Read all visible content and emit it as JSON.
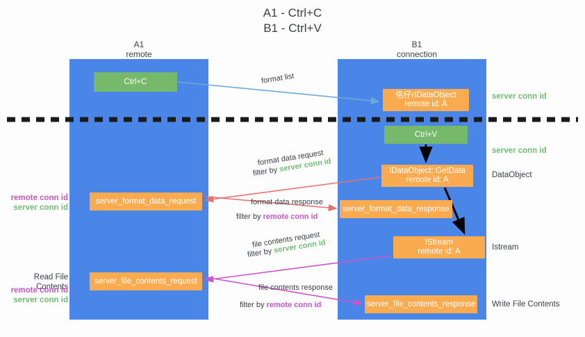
{
  "title": "A1 - Ctrl+C\nB1 - Ctrl+V",
  "colors": {
    "lane": "#4a86e8",
    "green_box": "#76b96a",
    "orange_box": "#fbab4f",
    "server_conn_id": "#6fbf73",
    "remote_conn_id": "#c956c9",
    "arrow_blue": "#6fa8dc",
    "arrow_red": "#e8716d",
    "arrow_magenta": "#c956c9",
    "arrow_black": "#000000",
    "text": "#3c4043"
  },
  "lanes": [
    {
      "name": "A1",
      "sub": "remote",
      "label": "A1\nremote"
    },
    {
      "name": "B1",
      "sub": "connection",
      "label": "B1\nconnection"
    }
  ],
  "nodes": {
    "ctrl_c": {
      "label": "Ctrl+C",
      "kind": "green"
    },
    "idataobject": {
      "label": "佲仔rIDataObject\nremote id: A",
      "kind": "orange"
    },
    "ctrl_v": {
      "label": "Ctrl+V",
      "kind": "green"
    },
    "getdata": {
      "label": "IDataObject::GetData\nremote id: A",
      "kind": "orange"
    },
    "server_format_data_request": {
      "label": "server_format_data_request",
      "kind": "orange"
    },
    "server_format_data_response": {
      "label": "server_format_data_response",
      "kind": "orange"
    },
    "istream": {
      "label": "IStream\nremote id: A",
      "kind": "orange"
    },
    "server_file_contents_request": {
      "label": "server_file_contents_request",
      "kind": "orange"
    },
    "server_file_contents_response": {
      "label": "server_file_contents_response",
      "kind": "orange"
    }
  },
  "edge_labels": {
    "format_list": "format list",
    "format_data_request": "format data request",
    "format_data_request_filter_prefix": "filter by ",
    "format_data_request_filter_value": "server conn id",
    "format_data_response": "format data response",
    "format_data_response_filter_prefix": "filter by ",
    "format_data_response_filter_value": "remote conn id",
    "file_contents_request": "file contents request",
    "file_contents_request_filter_prefix": "filter by ",
    "file_contents_request_filter_value": "server conn id",
    "file_contents_response": "file contents response",
    "file_contents_response_filter_prefix": "filter by ",
    "file_contents_response_filter_value": "remote conn id"
  },
  "annotations": {
    "right_server_conn_id_top": "server conn id",
    "right_server_conn_id_mid": "server conn id",
    "dataobject": "DataObject",
    "istream": "Istream",
    "write_file_contents": "Write File Contents",
    "left_conn_ids_top": "remote conn id\nserver conn id",
    "read_file_contents": "Read File Contents",
    "left_conn_ids_bottom": "remote conn id\nserver conn id"
  }
}
